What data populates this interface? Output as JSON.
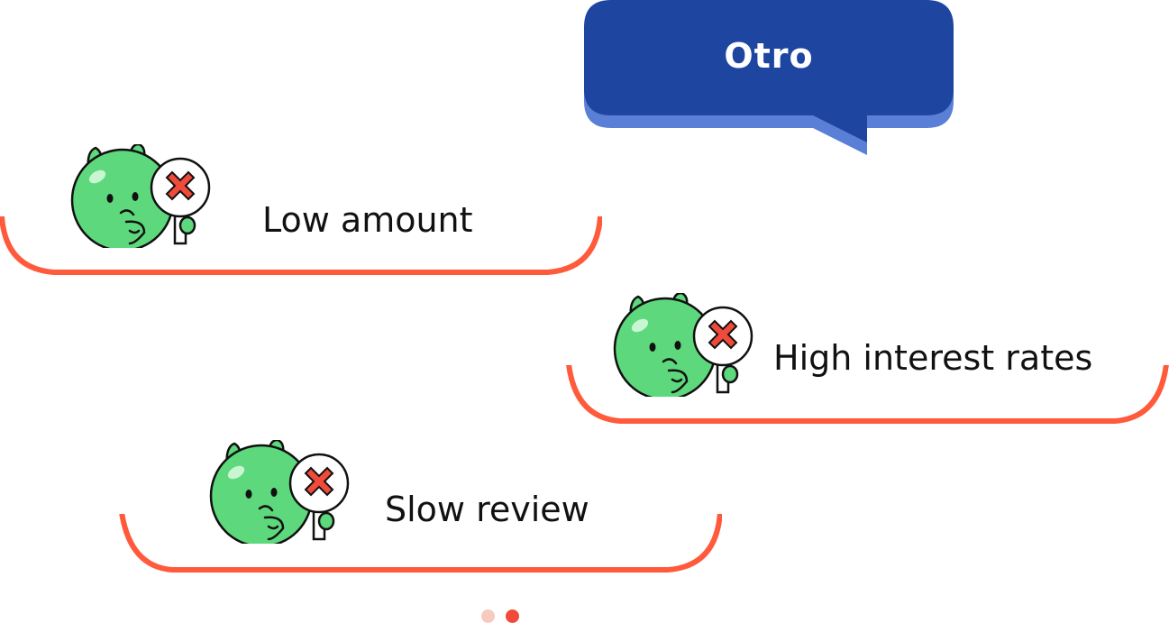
{
  "bubble": {
    "title": "Otro",
    "fill": "#1e46a0",
    "shadow": "#5a7fd6"
  },
  "reasons": [
    {
      "label": "Low amount"
    },
    {
      "label": "High interest rates"
    },
    {
      "label": "Slow review"
    }
  ],
  "colors": {
    "card_border": "#ff5a3c",
    "mascot_body": "#5ed87c",
    "sign_cross": "#f04a3a"
  },
  "pager": {
    "total": 2,
    "active_index": 1,
    "active_color": "#f04a3a",
    "inactive_color": "#f8c9c0"
  }
}
